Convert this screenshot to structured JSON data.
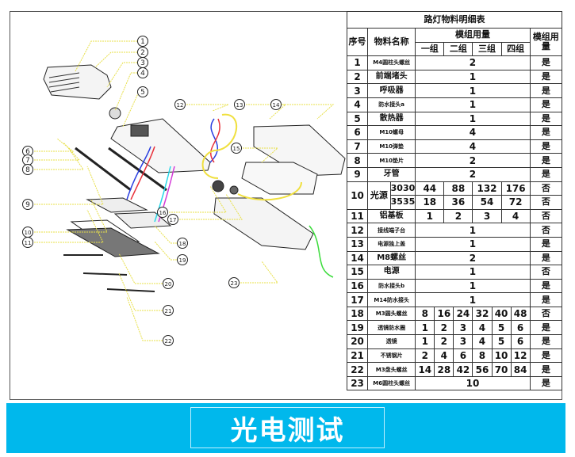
{
  "table": {
    "title": "路灯物料明细表",
    "headers": {
      "index": "序号",
      "name": "物料名称",
      "module_usage": "模组用量",
      "groups": [
        "一组",
        "二组",
        "三组",
        "四组"
      ],
      "last": "模组用量"
    },
    "rows": [
      {
        "no": "1",
        "name": "M4圆柱头螺丝",
        "qty": "2",
        "flag": "是"
      },
      {
        "no": "2",
        "name": "前端堵头",
        "qty": "1",
        "flag": "是"
      },
      {
        "no": "3",
        "name": "呼吸器",
        "qty": "1",
        "flag": "是"
      },
      {
        "no": "4",
        "name": "防水接头a",
        "qty": "1",
        "flag": "是"
      },
      {
        "no": "5",
        "name": "散热器",
        "qty": "1",
        "flag": "是"
      },
      {
        "no": "6",
        "name": "M10螺母",
        "qty": "4",
        "flag": "是"
      },
      {
        "no": "7",
        "name": "M10弹垫",
        "qty": "4",
        "flag": "是"
      },
      {
        "no": "8",
        "name": "M10垫片",
        "qty": "2",
        "flag": "是"
      },
      {
        "no": "9",
        "name": "牙管",
        "qty": "2",
        "flag": "是"
      }
    ],
    "light_source": {
      "no": "10",
      "name": "光源",
      "sub": [
        {
          "type": "3030",
          "values": [
            "44",
            "88",
            "132",
            "176"
          ],
          "flag": "否"
        },
        {
          "type": "3535",
          "values": [
            "18",
            "36",
            "54",
            "72"
          ],
          "flag": "否"
        }
      ]
    },
    "row11": {
      "no": "11",
      "name": "铝基板",
      "values": [
        "1",
        "2",
        "3",
        "4"
      ],
      "flag": "否"
    },
    "rows2": [
      {
        "no": "12",
        "name": "接线端子台",
        "qty": "1",
        "flag": "否"
      },
      {
        "no": "13",
        "name": "电源独上盖",
        "qty": "1",
        "flag": "是"
      },
      {
        "no": "14",
        "name": "M8螺丝",
        "qty": "2",
        "flag": "是"
      },
      {
        "no": "15",
        "name": "电源",
        "qty": "1",
        "flag": "否"
      },
      {
        "no": "16",
        "name": "防水接头b",
        "qty": "1",
        "flag": "是"
      },
      {
        "no": "17",
        "name": "M14防水接头",
        "qty": "1",
        "flag": "是"
      }
    ],
    "rows3": [
      {
        "no": "18",
        "name": "M3圆头螺丝",
        "values": [
          "8",
          "16",
          "24",
          "32",
          "40",
          "48"
        ],
        "flag": "否"
      },
      {
        "no": "19",
        "name": "透镜防水圈",
        "values": [
          "1",
          "2",
          "3",
          "4",
          "5",
          "6"
        ],
        "flag": "是"
      },
      {
        "no": "20",
        "name": "透镜",
        "values": [
          "1",
          "2",
          "3",
          "4",
          "5",
          "6"
        ],
        "flag": "是"
      },
      {
        "no": "21",
        "name": "不锈钢片",
        "values": [
          "2",
          "4",
          "6",
          "8",
          "10",
          "12"
        ],
        "flag": "是"
      },
      {
        "no": "22",
        "name": "M3盘头螺丝",
        "values": [
          "14",
          "28",
          "42",
          "56",
          "70",
          "84"
        ],
        "flag": "是"
      }
    ],
    "row23": {
      "no": "23",
      "name": "M6圆柱头螺丝",
      "qty": "10",
      "flag": "是"
    }
  },
  "diagram": {
    "callouts": [
      "1",
      "2",
      "3",
      "4",
      "5",
      "6",
      "7",
      "8",
      "9",
      "10",
      "11",
      "12",
      "13",
      "14",
      "15",
      "16",
      "17",
      "18",
      "19",
      "20",
      "21",
      "22",
      "23"
    ],
    "colors": {
      "leader": "#e8e04a",
      "wire_red": "#e8303a",
      "wire_blue": "#2a3ee0",
      "wire_cyan": "#26d6e8",
      "wire_magenta": "#d43ad8",
      "wire_green": "#3cdc3c",
      "wire_yellow": "#f0e040"
    }
  },
  "banner": {
    "text": "光电测试",
    "color": "#00b8ec"
  }
}
